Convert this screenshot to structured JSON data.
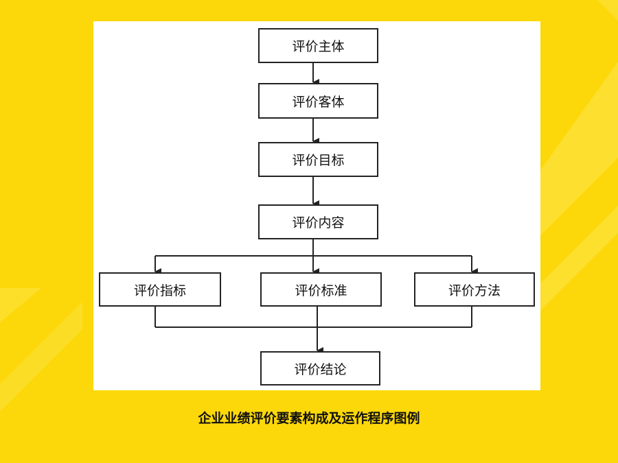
{
  "diagram": {
    "nodes": {
      "subject": "评价主体",
      "object": "评价客体",
      "goal": "评价目标",
      "content": "评价内容",
      "indicator": "评价指标",
      "standard": "评价标准",
      "method": "评价方法",
      "conclusion": "评价结论"
    }
  },
  "caption": "企业业绩评价要素构成及运作程序图例",
  "colors": {
    "background": "#fcd80a",
    "panel": "#ffffff",
    "stroke": "#222222"
  }
}
